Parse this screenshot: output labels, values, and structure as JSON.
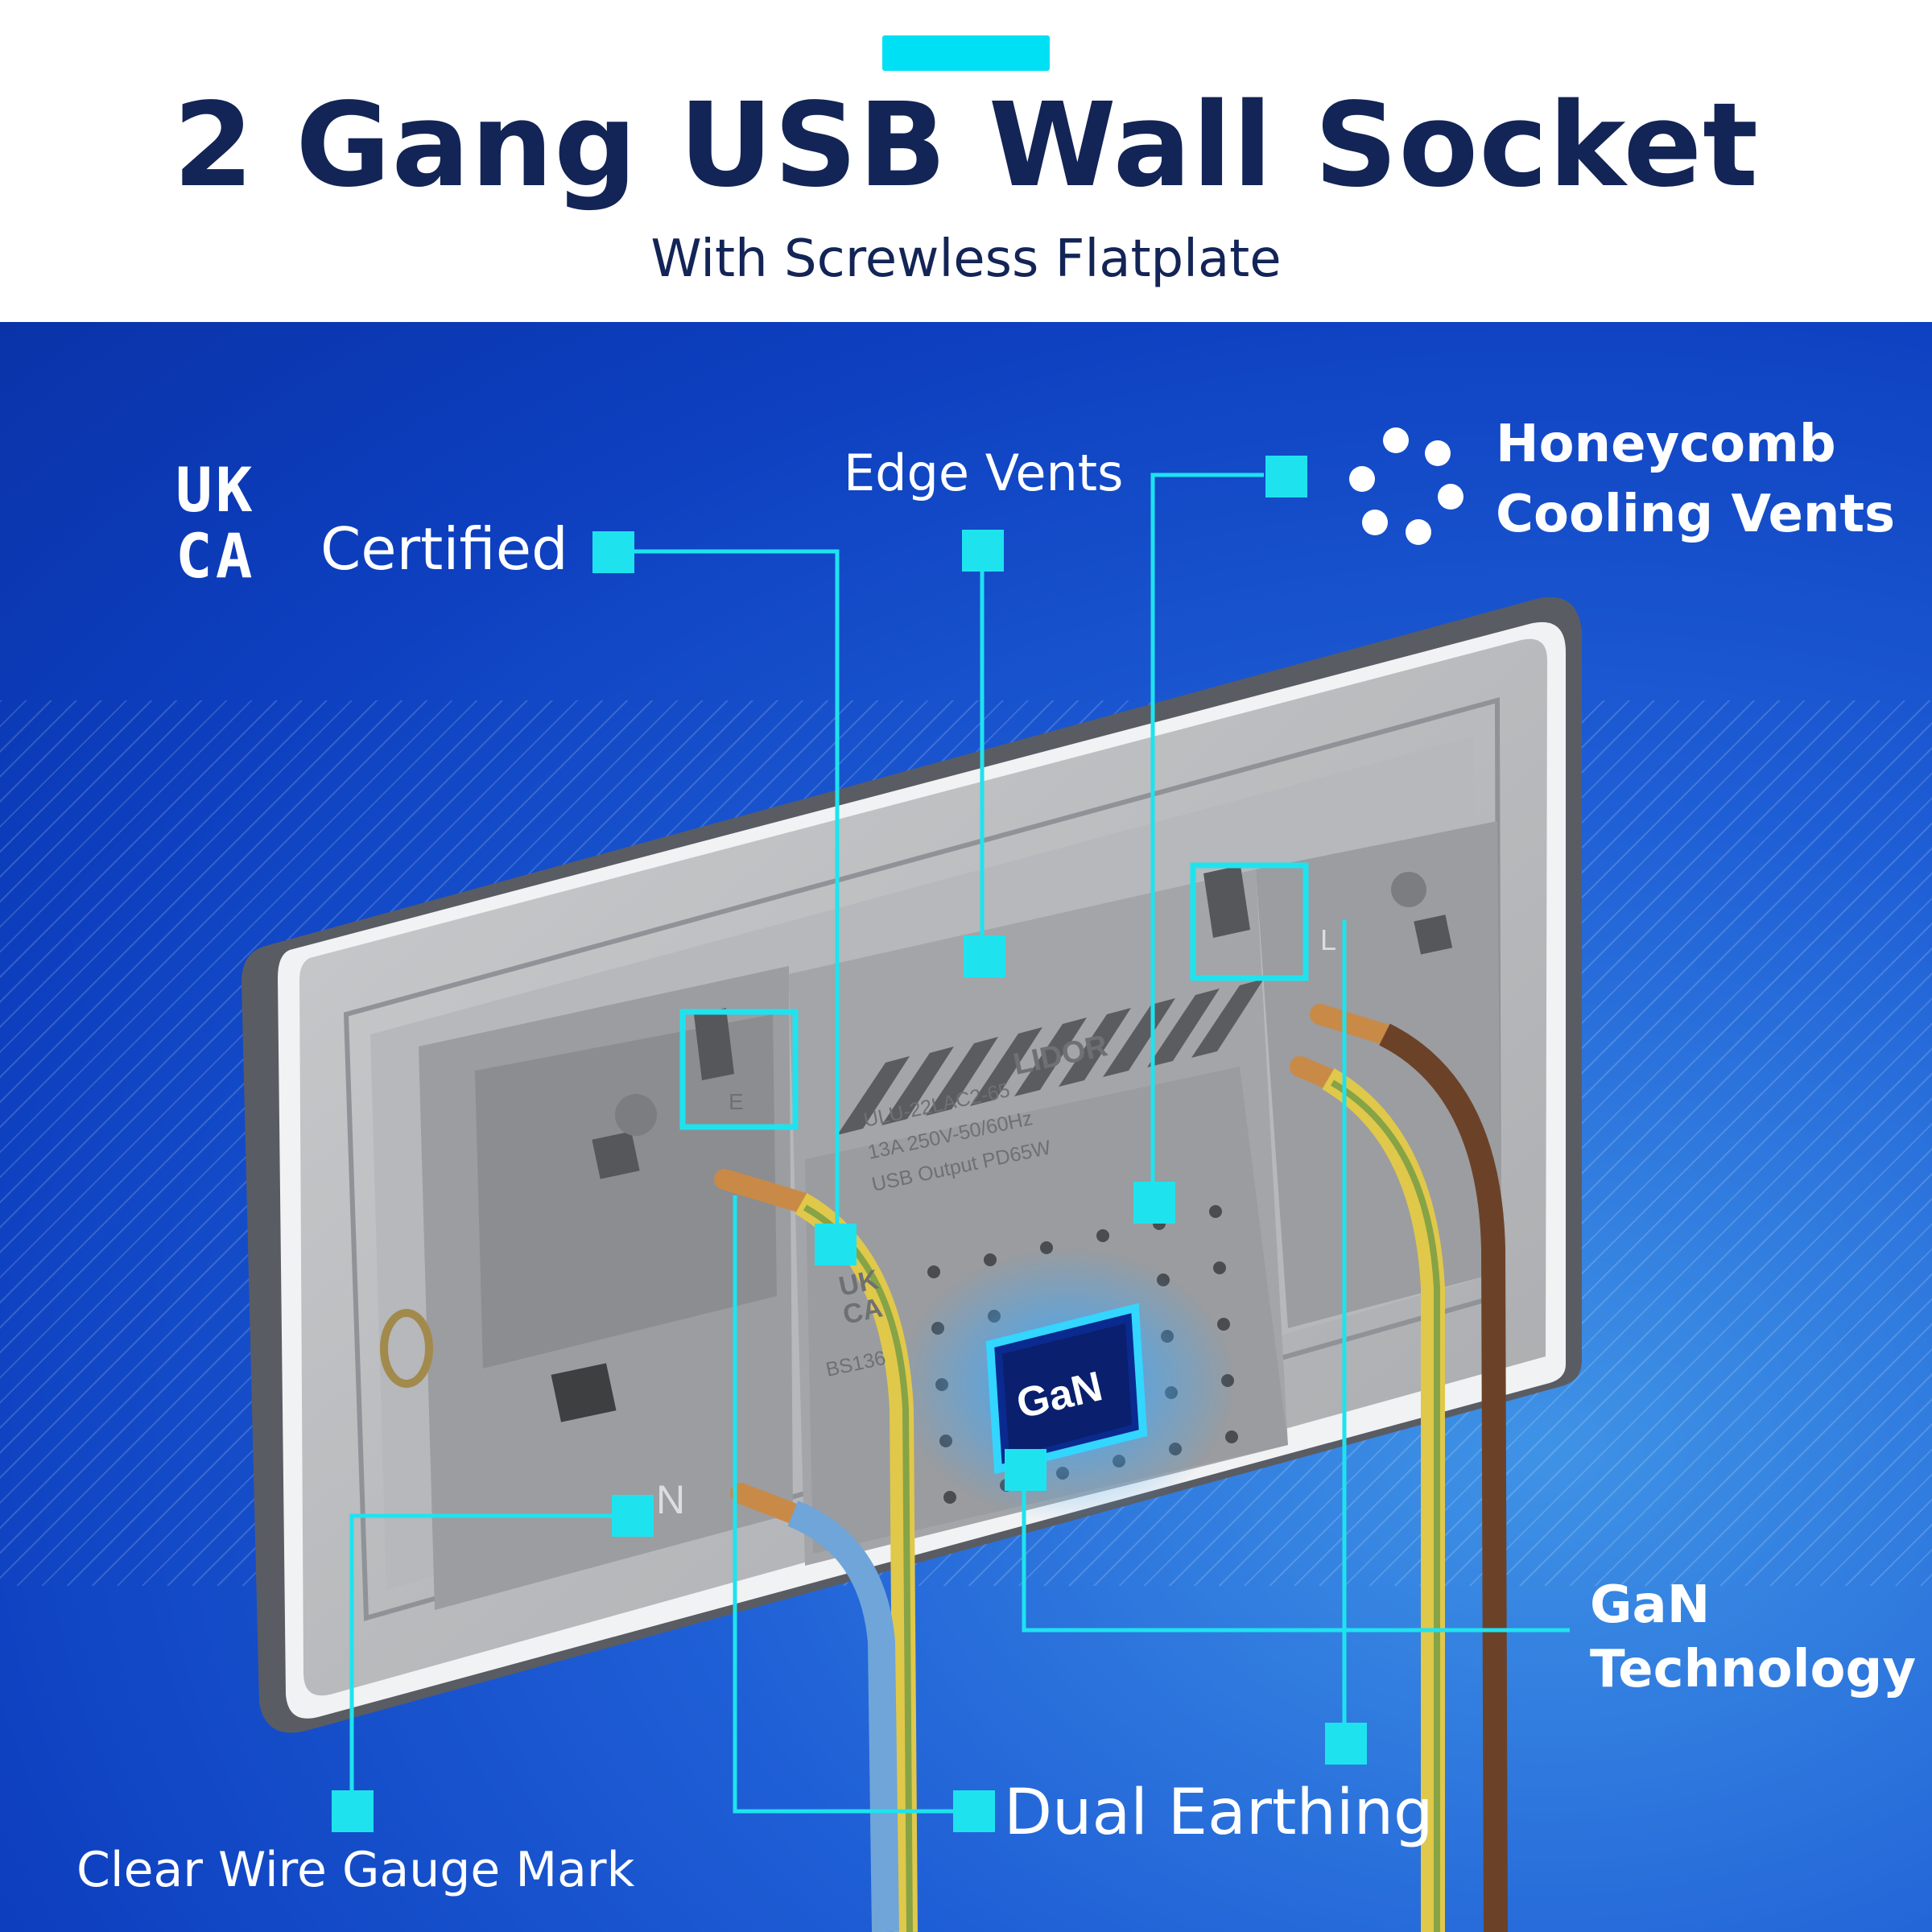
{
  "header": {
    "title": "2 Gang USB Wall Socket",
    "subtitle": "With Screwless Flatplate"
  },
  "features": {
    "ukca_logo_top": "UK",
    "ukca_logo_bottom": "CA",
    "ukca_certified": "Certified",
    "edge_vents": "Edge Vents",
    "honeycomb_line1": "Honeycomb",
    "honeycomb_line2": "Cooling Vents",
    "gan_line1": "GaN",
    "gan_line2": "Technology",
    "dual_earthing": "Dual Earthing",
    "wire_gauge": "Clear Wire Gauge Mark"
  },
  "product": {
    "brand": "LIDOR",
    "model": "ULU-22LAC2-65",
    "rating_1": "250V-50/60Hz",
    "rating_2": "13A 250V-50/60Hz",
    "usb_output": "USB Output PD65W",
    "standard": "BS136",
    "mark_ukca_top": "UK",
    "mark_ukca_bottom": "CA",
    "chip_label": "GaN",
    "terminal_e": "E",
    "terminal_n": "N",
    "terminal_l": "L"
  },
  "colors": {
    "accent": "#00e0f4",
    "title": "#132456",
    "callout_line": "#1ee3ef",
    "background_blue": "#0d3fbf"
  }
}
